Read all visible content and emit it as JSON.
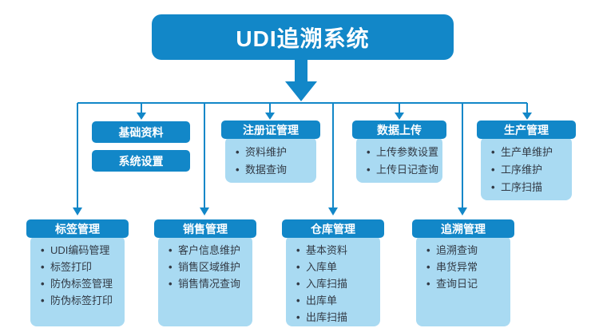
{
  "diagram": {
    "title": "UDI追溯系统",
    "colors": {
      "primary_blue": "#1287C8",
      "light_blue_body": "#A9DAF2",
      "item_text": "#323A45",
      "background": "#FFFFFF"
    },
    "level1": {
      "standalone_nodes": {
        "basic_data": "基础资料",
        "system_settings": "系统设置"
      },
      "groups": [
        {
          "title": "注册证管理",
          "items": [
            "资料维护",
            "数据查询"
          ]
        },
        {
          "title": "数据上传",
          "items": [
            "上传参数设置",
            "上传日记查询"
          ]
        },
        {
          "title": "生产管理",
          "items": [
            "生产单维护",
            "工序维护",
            "工序扫描"
          ]
        }
      ]
    },
    "level2": {
      "groups": [
        {
          "title": "标签管理",
          "items": [
            "UDI编码管理",
            "标签打印",
            "防伪标签管理",
            "防伪标签打印"
          ]
        },
        {
          "title": "销售管理",
          "items": [
            "客户信息维护",
            "销售区域维护",
            "销售情况查询"
          ]
        },
        {
          "title": "仓库管理",
          "items": [
            "基本资料",
            "入库单",
            "入库扫描",
            "出库单",
            "出库扫描"
          ]
        },
        {
          "title": "追溯管理",
          "items": [
            "追溯查询",
            "串货异常",
            "查询日记"
          ]
        }
      ]
    }
  }
}
